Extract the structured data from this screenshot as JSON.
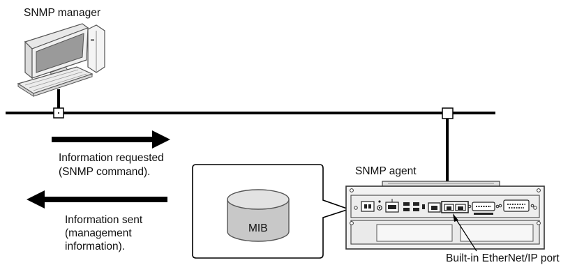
{
  "labels": {
    "manager": "SNMP manager",
    "agent": "SNMP agent",
    "request_line1": "Information requested",
    "request_line2": "(SNMP command).",
    "sent_line1": "Information sent",
    "sent_line2": "(management",
    "sent_line3": "information).",
    "mib": "MIB",
    "port": "Built-in EtherNet/IP port"
  },
  "colors": {
    "line": "#000000",
    "device_fill": "#f2f2f2",
    "device_shade": "#d8d8d8",
    "mib_fill": "#c8c8c8",
    "mib_top": "#e2e2e2",
    "screen": "#9a9a9a"
  }
}
